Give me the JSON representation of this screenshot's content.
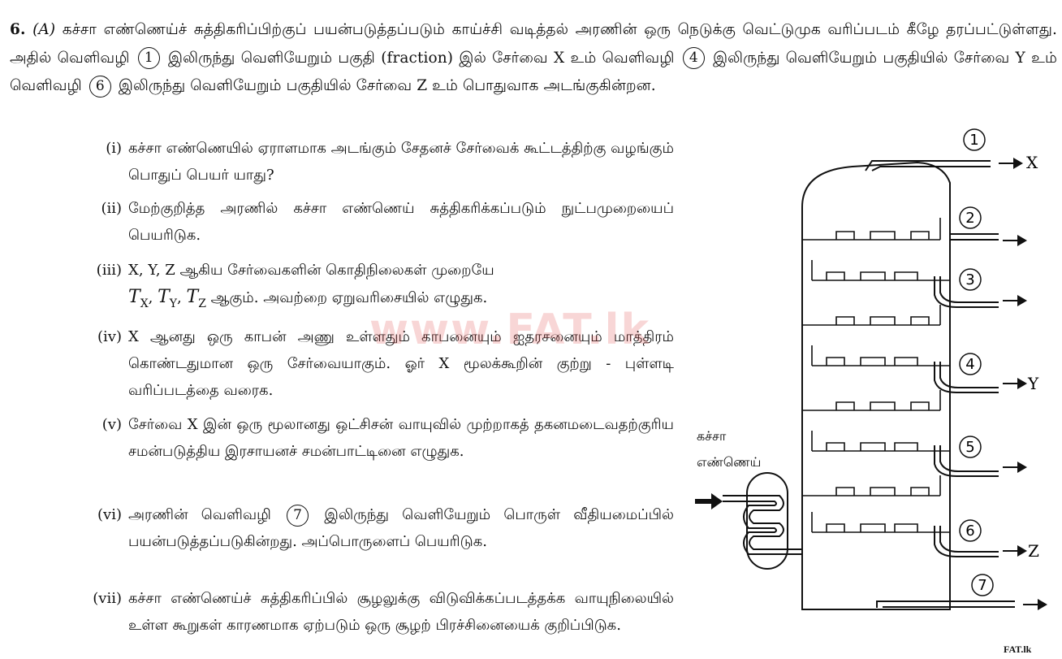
{
  "question": {
    "number": "6.",
    "section": "(A)",
    "line1": "கச்சா எண்ணெய்ச் சுத்திகரிப்பிற்குப் பயன்படுத்தப்படும் காய்ச்சி வடித்தல் அரணின் ஒரு நெடுக்கு",
    "line2": "வெட்டுமுக வரிப்படம் கீழே தரப்பட்டுள்ளது. அதில் வெளிவழி",
    "line2b": "இலிருந்து வெளியேறும் பகுதி",
    "line3a": "(fraction) இல் சேர்வை X உம் வெளிவழி",
    "line3b": "இலிருந்து வெளியேறும் பகுதியில் சேர்வை Y உம்",
    "line4a": "வெளிவழி",
    "line4b": "இலிருந்து வெளியேறும் பகுதியில் சேர்வை Z உம் பொதுவாக அடங்குகின்றன.",
    "outlet_1": "1",
    "outlet_4": "4",
    "outlet_6": "6"
  },
  "subquestions": {
    "i": {
      "label": "(i)",
      "text": "கச்சா எண்ணெயில் ஏராளமாக அடங்கும் சேதனச் சேர்வைக் கூட்டத்திற்கு வழங்கும் பொதுப் பெயர் யாது?"
    },
    "ii": {
      "label": "(ii)",
      "text": "மேற்குறித்த அரணில் கச்சா எண்ணெய் சுத்திகரிக்கப்படும் நுட்பமுறையைப் பெயரிடுக."
    },
    "iii": {
      "label": "(iii)",
      "line1": "X, Y, Z ஆகிய சேர்வைகளின் கொதிநிலைகள் முறையே",
      "t": "T",
      "sx": "X",
      "sy": "Y",
      "sz": "Z",
      "line2_rest": "ஆகும். அவற்றை ஏறுவரிசையில் எழுதுக."
    },
    "iv": {
      "label": "(iv)",
      "text": "X ஆனது ஒரு காபன் அணு உள்ளதும் காபனையும் ஐதரசனையும் மாத்திரம் கொண்டதுமான ஒரு சேர்வையாகும். ஓர் X மூலக்கூறின் குற்று - புள்ளடி வரிப்படத்தை வரைக."
    },
    "v": {
      "label": "(v)",
      "text": "சேர்வை X இன் ஒரு மூலானது ஒட்சிசன் வாயுவில் முற்றாகத் தகனமடைவதற்குரிய சமன்படுத்திய இரசாயனச் சமன்பாட்டினை எழுதுக."
    },
    "vi": {
      "label": "(vi)",
      "text_a": "அரணின் வெளிவழி",
      "outlet": "7",
      "text_b": "இலிருந்து வெளியேறும் பொருள் வீதியமைப்பில் பயன்படுத்தப்படுகின்றது. அப்பொருளைப் பெயரிடுக."
    },
    "vii": {
      "label": "(vii)",
      "text": "கச்சா எண்ணெய்ச் சுத்திகரிப்பில் சூழலுக்கு விடுவிக்கப்படத்தக்க வாயுநிலையில் உள்ள கூறுகள் காரணமாக ஏற்படும் ஒரு சூழற் பிரச்சினையைக் குறிப்பிடுக."
    }
  },
  "diagram": {
    "crude_label_line1": "கச்சா",
    "crude_label_line2": "எண்ணெய்",
    "outlets": [
      "1",
      "2",
      "3",
      "4",
      "5",
      "6",
      "7"
    ],
    "product_x": "X",
    "product_y": "Y",
    "product_z": "Z"
  },
  "watermark": "www.FAT.lk",
  "footer": "FAT.lk"
}
